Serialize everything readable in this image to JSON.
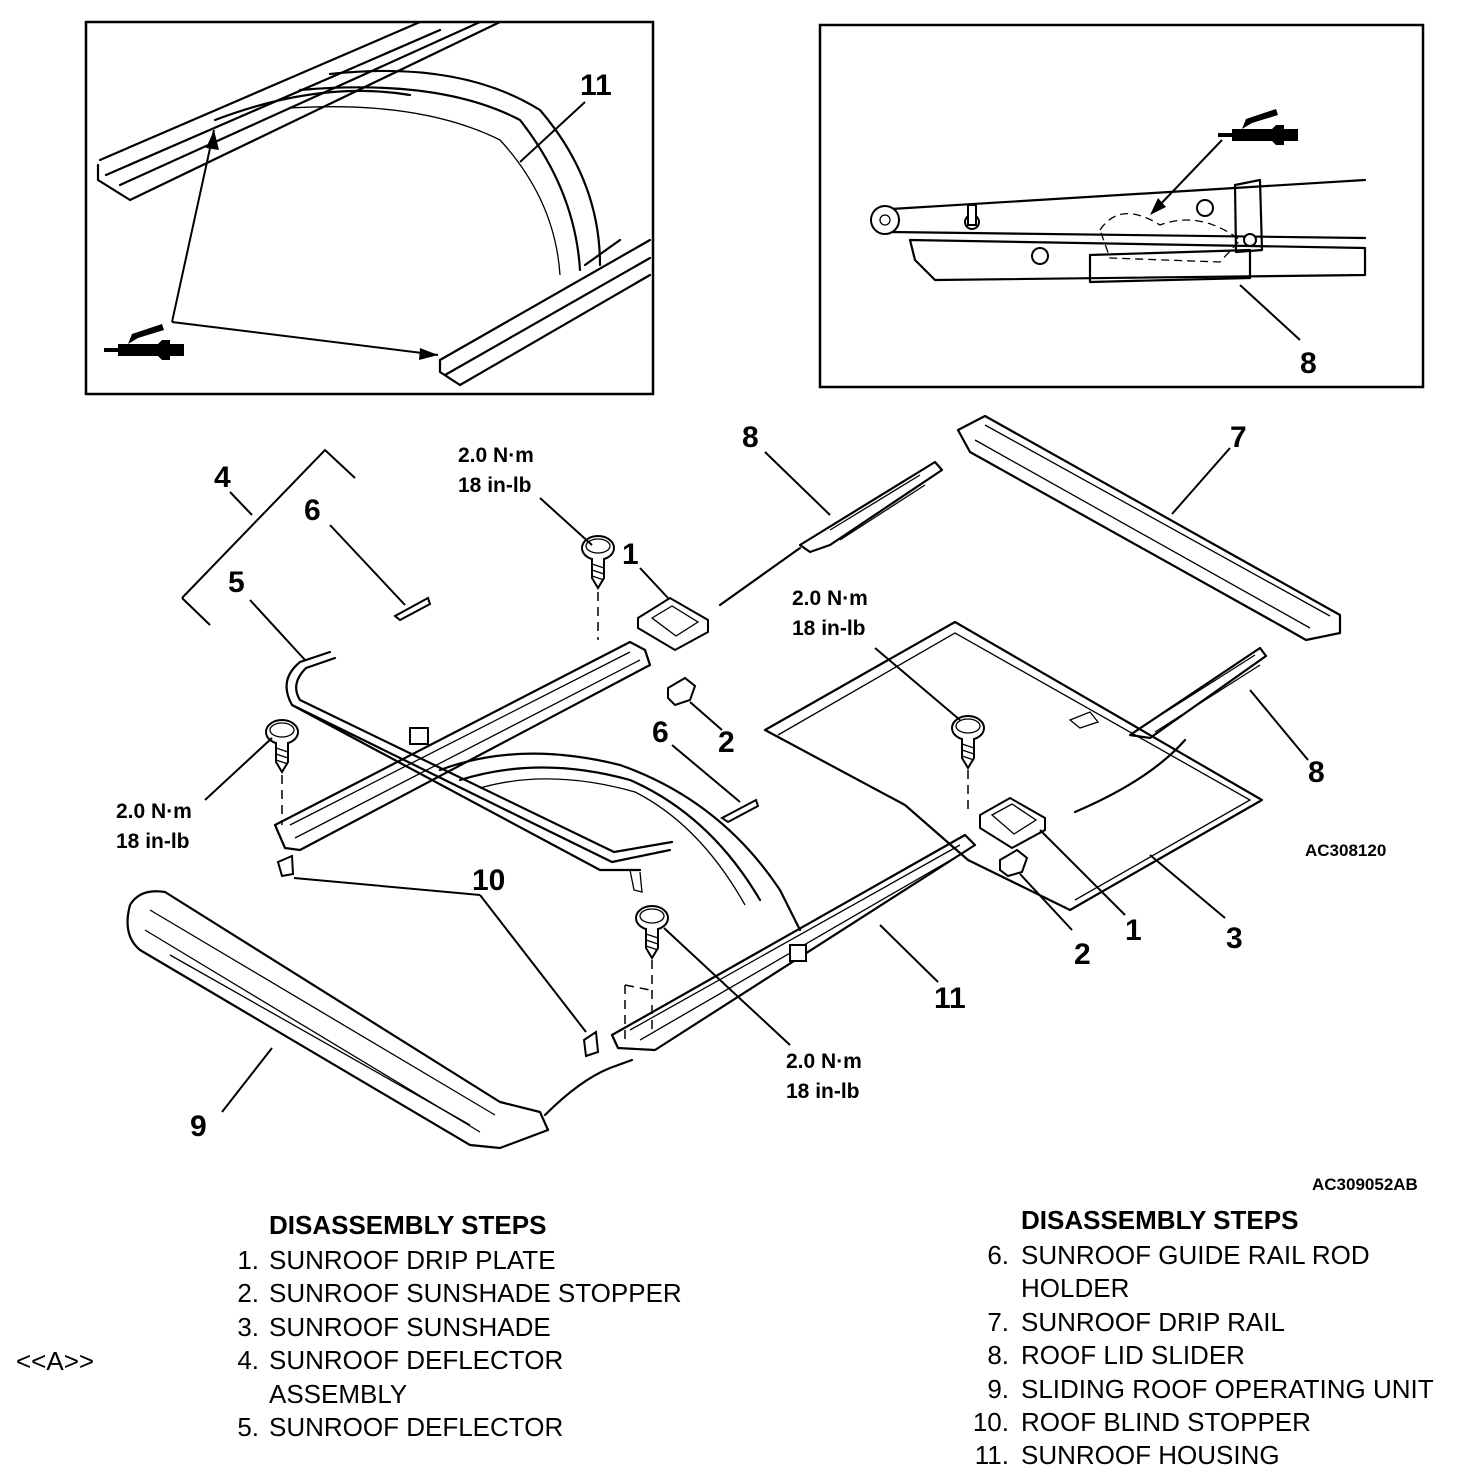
{
  "figure_codes": {
    "upper": "AC308120",
    "lower": "AC309052AB"
  },
  "callouts": {
    "inset_left_11": "11",
    "inset_right_8": "8",
    "main_1_left": "1",
    "main_1_right": "1",
    "main_2_left": "2",
    "main_2_right": "2",
    "main_3": "3",
    "main_4": "4",
    "main_5": "5",
    "main_6_top": "6",
    "main_6_mid": "6",
    "main_7": "7",
    "main_8_top": "8",
    "main_8_right": "8",
    "main_9": "9",
    "main_10": "10",
    "main_11": "11"
  },
  "torque": {
    "nm": "2.0 N·m",
    "inlb": "18 in-lb"
  },
  "icons": [
    "grease-gun-icon"
  ],
  "steps_left": {
    "header": "DISASSEMBLY STEPS",
    "items": [
      {
        "num": "1.",
        "text": "SUNROOF DRIP PLATE"
      },
      {
        "num": "2.",
        "text": "SUNROOF SUNSHADE STOPPER"
      },
      {
        "num": "3.",
        "text": "SUNROOF SUNSHADE"
      },
      {
        "num": "4.",
        "text": "SUNROOF DEFLECTOR"
      },
      {
        "num": "",
        "text": "ASSEMBLY"
      },
      {
        "num": "5.",
        "text": "SUNROOF DEFLECTOR"
      }
    ]
  },
  "steps_right": {
    "header": "DISASSEMBLY STEPS",
    "items": [
      {
        "num": "6.",
        "text": "SUNROOF GUIDE RAIL ROD"
      },
      {
        "num": "",
        "text": "HOLDER"
      },
      {
        "num": "7.",
        "text": "SUNROOF DRIP RAIL"
      },
      {
        "num": "8.",
        "text": "ROOF LID SLIDER"
      },
      {
        "num": "9.",
        "text": "SLIDING ROOF OPERATING UNIT"
      },
      {
        "num": "10.",
        "text": "ROOF BLIND STOPPER"
      },
      {
        "num": "11.",
        "text": "SUNROOF HOUSING"
      }
    ]
  },
  "side_note": "<<A>>"
}
